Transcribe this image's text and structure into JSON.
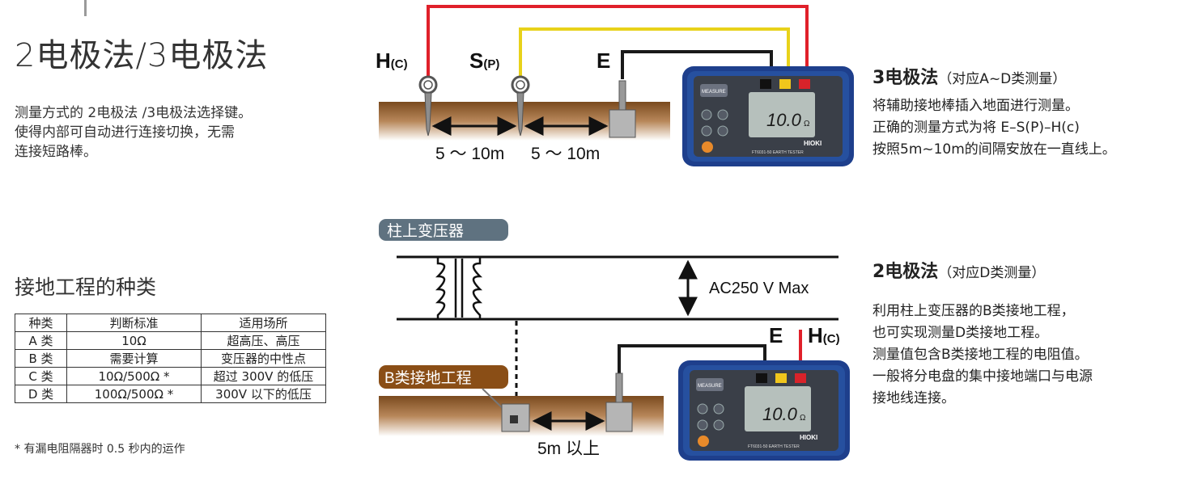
{
  "left": {
    "title": "2电极法/3电极法",
    "desc_lines": [
      "测量方式的 2电极法 /3电极法选择键。",
      "使得内部可自动进行连接切换，无需",
      "连接短路棒。"
    ],
    "types_title": "接地工程的种类",
    "table": {
      "headers": [
        "种类",
        "判断标准",
        "适用场所"
      ],
      "rows": [
        [
          "A 类",
          "10Ω",
          "超高压、高压"
        ],
        [
          "B 类",
          "需要计算",
          "变压器的中性点"
        ],
        [
          "C 类",
          "10Ω/500Ω *",
          "超过 300V 的低压"
        ],
        [
          "D 类",
          "100Ω/500Ω *",
          "300V 以下的低压"
        ]
      ]
    },
    "note": "* 有漏电阻隔器时 0.5 秒内的运作"
  },
  "diagram_top": {
    "h_label": "H",
    "h_sub": "(C)",
    "s_label": "S",
    "s_sub": "(P)",
    "e_label": "E",
    "dist1": "5 ～ 10m",
    "dist2": "5 ～ 10m",
    "meter_reading": "10.0",
    "meter_unit": "Ω",
    "meter_brand": "HIOKI",
    "meter_model": "FT6031-50 EARTH TESTER",
    "measure_label": "MEASURE"
  },
  "diagram_bottom": {
    "transformer_label": "柱上变压器",
    "voltage_label": "AC250 V Max",
    "b_ground_label": "B类接地工程",
    "e_label": "E",
    "h_label": "H",
    "h_sub": "(C)",
    "dist": "5m 以上",
    "meter_reading": "10.0",
    "meter_unit": "Ω",
    "meter_brand": "HIOKI",
    "meter_model": "FT6031-50 EARTH TESTER",
    "measure_label": "MEASURE"
  },
  "right": {
    "three_title": "3电极法",
    "three_sub": "（对应A~D类测量）",
    "three_desc": [
      "将辅助接地棒插入地面进行测量。",
      "正确的测量方式为将 E–S(P)–H(c)",
      "按照5m~10m的间隔安放在一直线上。"
    ],
    "two_title": "2电极法",
    "two_sub": "（对应D类测量）",
    "two_desc": [
      "利用柱上变压器的B类接地工程，",
      "也可实现测量D类接地工程。",
      "测量值包含B类接地工程的电阻值。",
      "一般将分电盘的集中接地端口与电源",
      "接地线连接。"
    ]
  },
  "colors": {
    "wire_red": "#e0202a",
    "wire_yellow": "#e8d21a",
    "wire_black": "#1a1a1a",
    "soil": "#8a5a2c",
    "label_bg": "#5f7280",
    "b_label_bg": "#8a4e16",
    "meter_blue": "#1e3f8c"
  }
}
